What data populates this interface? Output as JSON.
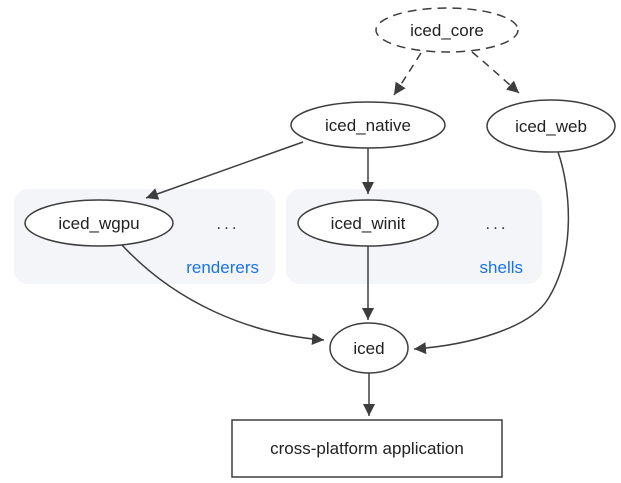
{
  "diagram": {
    "nodes": {
      "iced_core": {
        "label": "iced_core",
        "shape": "ellipse",
        "border": "dashed"
      },
      "iced_native": {
        "label": "iced_native",
        "shape": "ellipse",
        "border": "solid"
      },
      "iced_web": {
        "label": "iced_web",
        "shape": "ellipse",
        "border": "solid"
      },
      "iced_wgpu": {
        "label": "iced_wgpu",
        "shape": "ellipse",
        "border": "solid"
      },
      "iced_winit": {
        "label": "iced_winit",
        "shape": "ellipse",
        "border": "solid"
      },
      "iced": {
        "label": "iced",
        "shape": "ellipse",
        "border": "solid"
      },
      "app": {
        "label": "cross-platform application",
        "shape": "rectangle",
        "border": "solid"
      }
    },
    "groups": {
      "renderers": {
        "label": "renderers",
        "ellipsis": "...",
        "contains": [
          "iced_wgpu"
        ]
      },
      "shells": {
        "label": "shells",
        "ellipsis": "...",
        "contains": [
          "iced_winit"
        ]
      }
    },
    "edges": [
      {
        "from": "iced_core",
        "to": "iced_native",
        "style": "dashed"
      },
      {
        "from": "iced_core",
        "to": "iced_web",
        "style": "dashed"
      },
      {
        "from": "iced_native",
        "to": "iced_wgpu",
        "style": "solid"
      },
      {
        "from": "iced_native",
        "to": "iced_winit",
        "style": "solid"
      },
      {
        "from": "iced_wgpu",
        "to": "iced",
        "style": "solid"
      },
      {
        "from": "iced_winit",
        "to": "iced",
        "style": "solid"
      },
      {
        "from": "iced_web",
        "to": "iced",
        "style": "solid"
      },
      {
        "from": "iced",
        "to": "app",
        "style": "solid"
      }
    ],
    "colors": {
      "line": "#3d3d3d",
      "text": "#212121",
      "group_label": "#1a73e8",
      "group_fill": "#f4f5f8",
      "node_fill": "#ffffff",
      "background": "#ffffff"
    }
  }
}
